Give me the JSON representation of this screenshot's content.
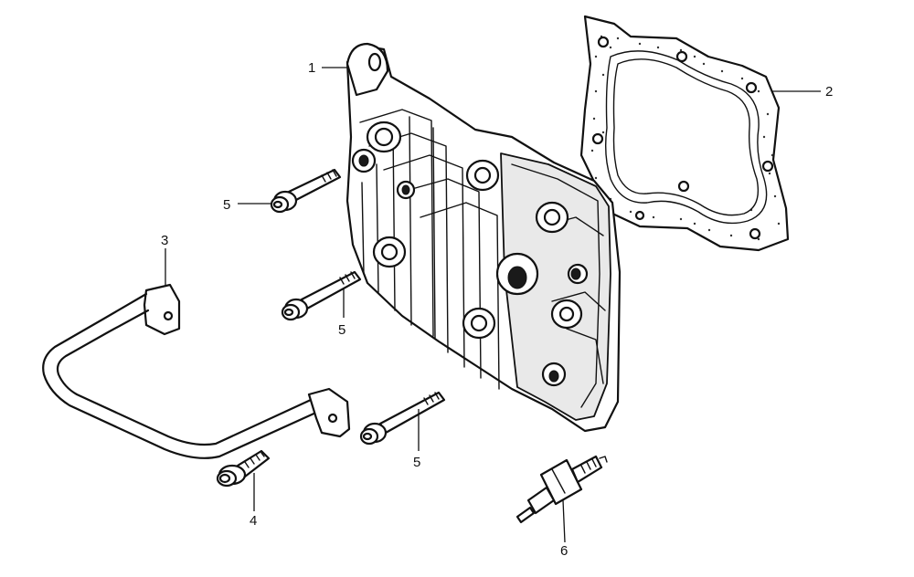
{
  "callouts": {
    "c1": "1",
    "c2": "2",
    "c3": "3",
    "c4": "4",
    "c5a": "5",
    "c5b": "5",
    "c5c": "5",
    "c6": "6"
  }
}
